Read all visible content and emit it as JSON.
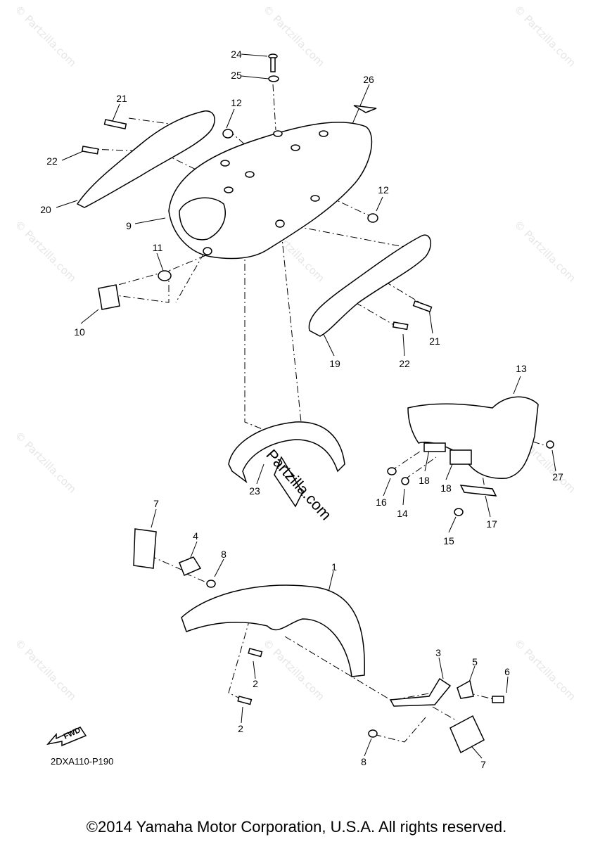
{
  "watermark_text": "© Partzilla.com",
  "center_watermark": "Partzilla.com",
  "diagram_code": "2DXA110-P190",
  "copyright": "©2014 Yamaha Motor Corporation, U.S.A. All rights reserved.",
  "fwd_label": "FWD",
  "callouts": {
    "c24": "24",
    "c25": "25",
    "c26": "26",
    "c21a": "21",
    "c12a": "12",
    "c22a": "22",
    "c12b": "12",
    "c20": "20",
    "c9": "9",
    "c11": "11",
    "c10": "10",
    "c21b": "21",
    "c19": "19",
    "c22b": "22",
    "c13": "13",
    "c27": "27",
    "c23": "23",
    "c18a": "18",
    "c18b": "18",
    "c16": "16",
    "c14": "14",
    "c17": "17",
    "c15": "15",
    "c7a": "7",
    "c4": "4",
    "c8a": "8",
    "c1": "1",
    "c3": "3",
    "c5": "5",
    "c6": "6",
    "c2a": "2",
    "c2b": "2",
    "c8b": "8",
    "c7b": "7"
  }
}
